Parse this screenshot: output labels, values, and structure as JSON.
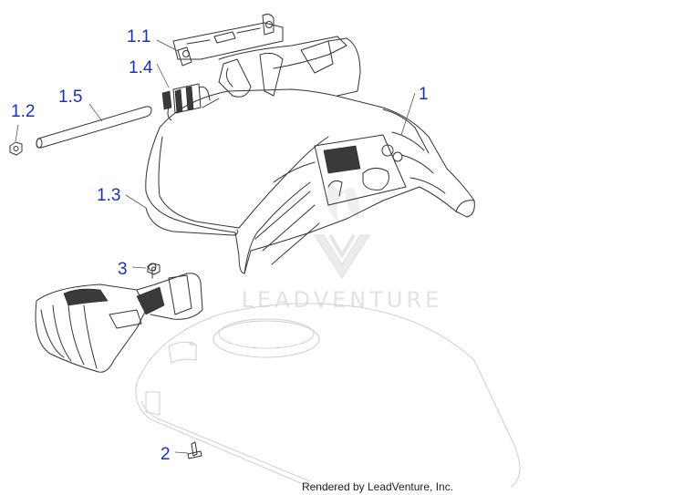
{
  "callouts": {
    "c1": "1",
    "c1_1": "1.1",
    "c1_2": "1.2",
    "c1_3": "1.3",
    "c1_4": "1.4",
    "c1_5": "1.5",
    "c2": "2",
    "c3": "3"
  },
  "watermark": {
    "text": "LEADVENTURE"
  },
  "footer": {
    "text": "Rendered by LeadVenture, Inc."
  },
  "colors": {
    "callout": "#1a2fbf",
    "line": "#333333",
    "faint": "#c8c8c8",
    "watermark": "#e2e2e2"
  }
}
